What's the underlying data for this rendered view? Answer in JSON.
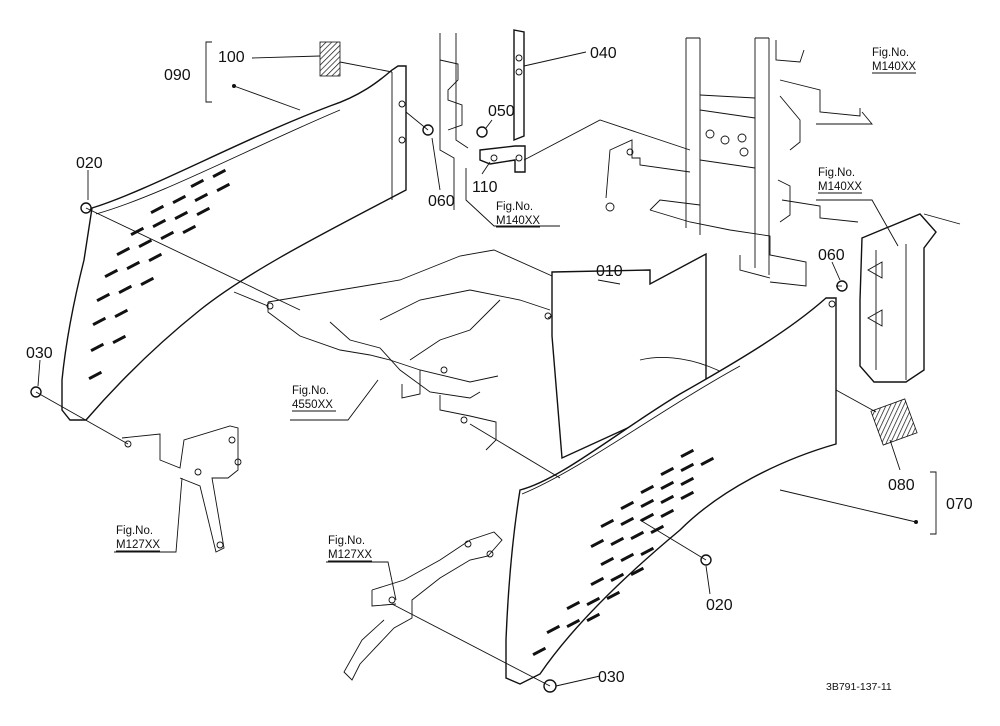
{
  "diagram": {
    "part_labels": {
      "p010": "010",
      "p020_left": "020",
      "p020_right": "020",
      "p030_left": "030",
      "p030_right": "030",
      "p040": "040",
      "p050": "050",
      "p060_left": "060",
      "p060_right": "060",
      "p070": "070",
      "p080": "080",
      "p090": "090",
      "p100": "100",
      "p110": "110"
    },
    "figure_refs": [
      {
        "label": "Fig.No.",
        "code": "M140XX"
      },
      {
        "label": "Fig.No.",
        "code": "M140XX"
      },
      {
        "label": "Fig.No.",
        "code": "M140XX"
      },
      {
        "label": "Fig.No.",
        "code": "4550XX"
      },
      {
        "label": "Fig.No.",
        "code": "M127XX"
      },
      {
        "label": "Fig.No.",
        "code": "M127XX"
      }
    ],
    "drawing_number": "3B791-137-11"
  }
}
